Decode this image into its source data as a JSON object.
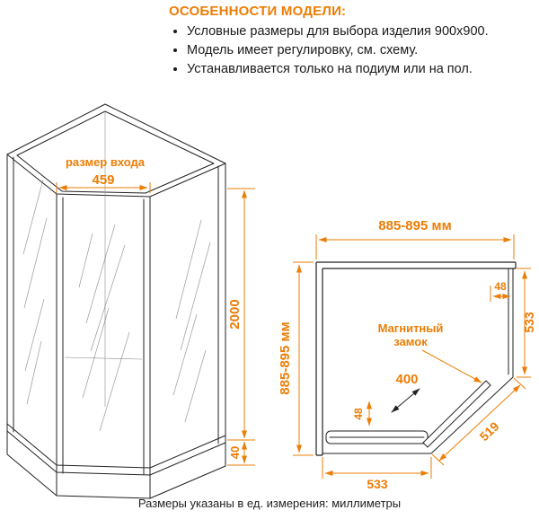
{
  "accent_color": "#ed7d05",
  "line_color": "#222222",
  "features": {
    "title": "ОСОБЕННОСТИ МОДЕЛИ:",
    "items": [
      "Условные размеры для выбора изделия 900x900.",
      "Модель имеет регулировку, см. схему.",
      "Устанавливается только на подиум или на пол."
    ]
  },
  "front_view": {
    "entrance_label": "размер входа",
    "entrance_width": "459",
    "height": "2000",
    "base_height": "40"
  },
  "plan_view": {
    "width": "885-895 мм",
    "depth": "885-895 мм",
    "right_profile": "48",
    "right_panel": "533",
    "magnetic_lock": [
      "Магнитный",
      "замок"
    ],
    "door_travel": "400",
    "door_profile": "48",
    "diagonal_panel": "519",
    "bottom_panel": "533"
  },
  "footer": "Размеры указаны в ед. измерения: миллиметры"
}
